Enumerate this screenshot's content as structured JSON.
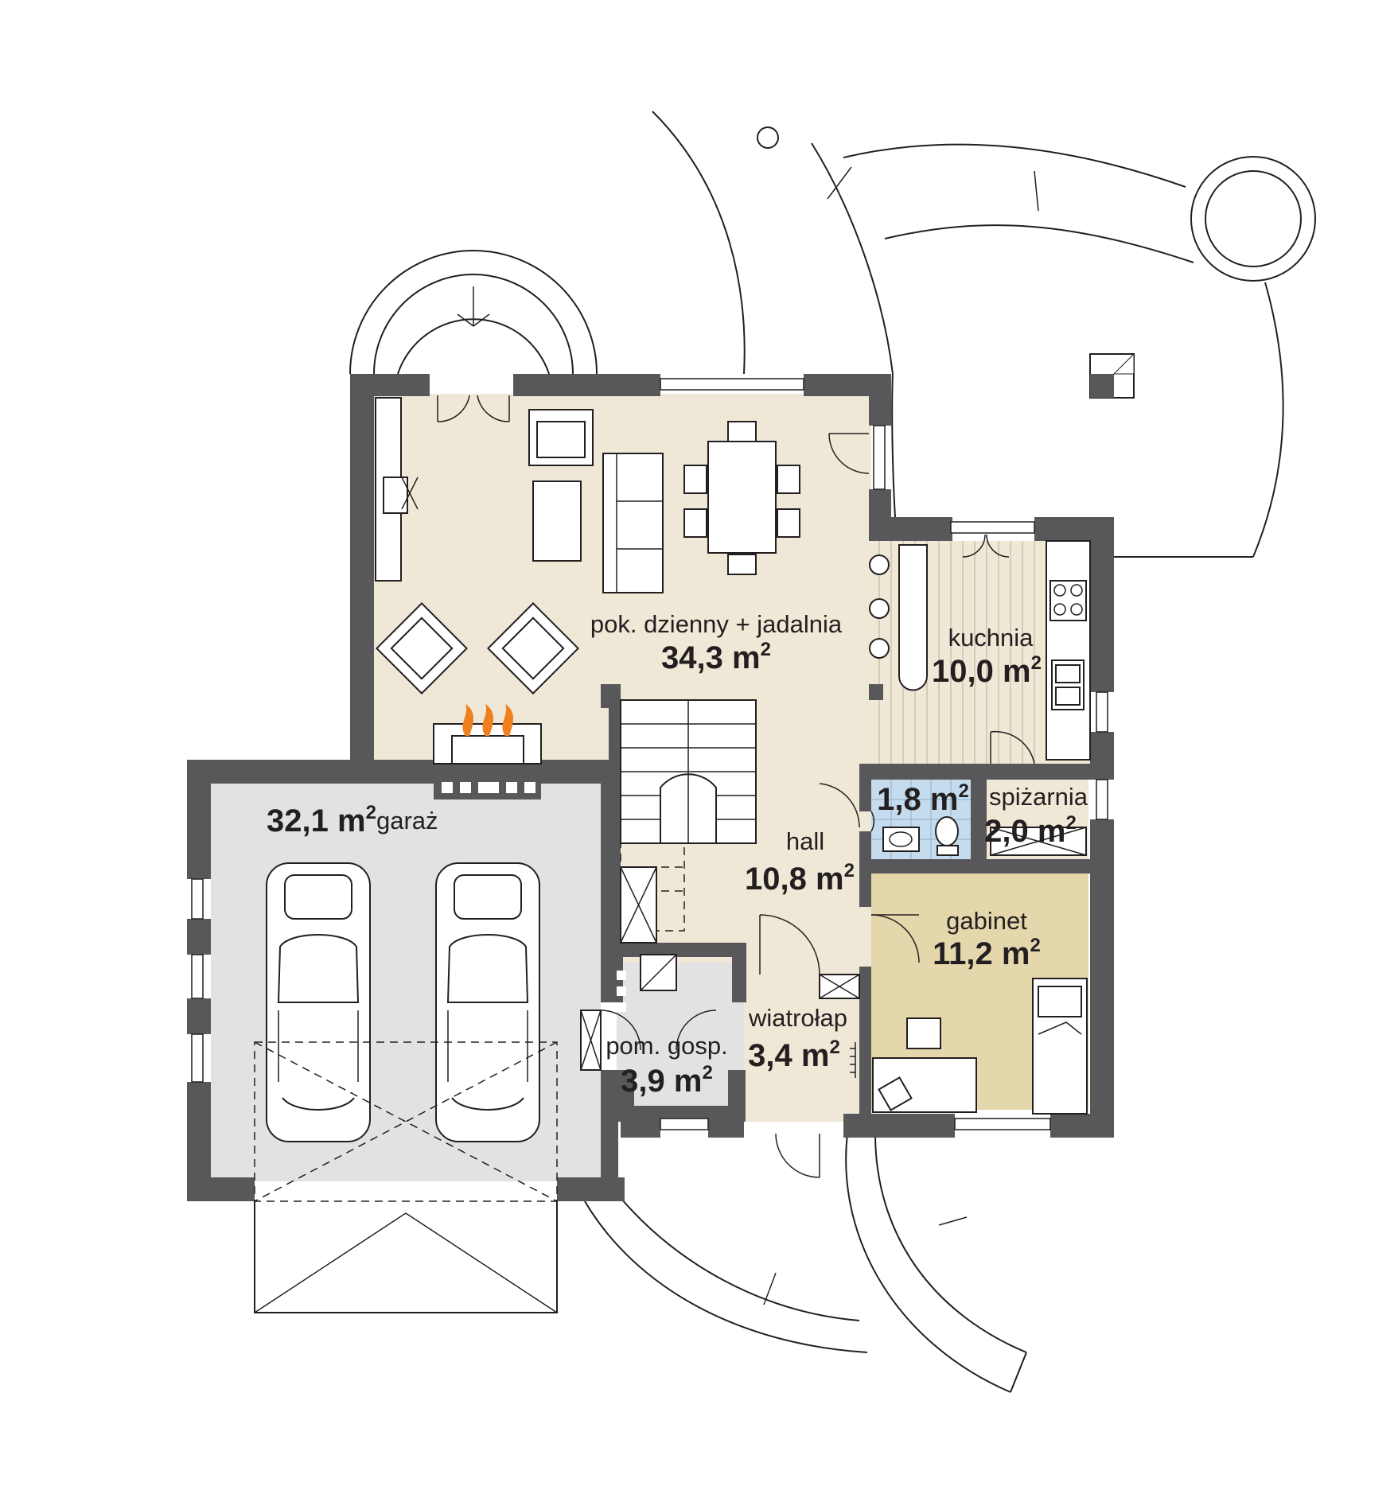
{
  "colors": {
    "wall": "#58585a",
    "living": "#efe8d6",
    "kitchen": "#efe8d6",
    "hall": "#efe8d6",
    "garage": "#e2e2e3",
    "utility": "#e2e2e3",
    "bathroom": "#c5dbee",
    "study": "#e5d7ac",
    "pantry": "#efe8d6",
    "flame": "#f07f1e"
  },
  "rooms": [
    {
      "id": "living",
      "name": "pok. dzienny + jadalnia",
      "area": "34,3"
    },
    {
      "id": "kitchen",
      "name": "kuchnia",
      "area": "10,0"
    },
    {
      "id": "garage",
      "name": "garaż",
      "area": "32,1"
    },
    {
      "id": "bathroom",
      "name": "",
      "area": "1,8"
    },
    {
      "id": "pantry",
      "name": "spiżarnia",
      "area": "2,0"
    },
    {
      "id": "hall",
      "name": "hall",
      "area": "10,8"
    },
    {
      "id": "study",
      "name": "gabinet",
      "area": "11,2"
    },
    {
      "id": "utility",
      "name": "pom. gosp.",
      "area": "3,9"
    },
    {
      "id": "vestibule",
      "name": "wiatrołap",
      "area": "3,4"
    }
  ],
  "unit": "m",
  "unit_power": "2"
}
